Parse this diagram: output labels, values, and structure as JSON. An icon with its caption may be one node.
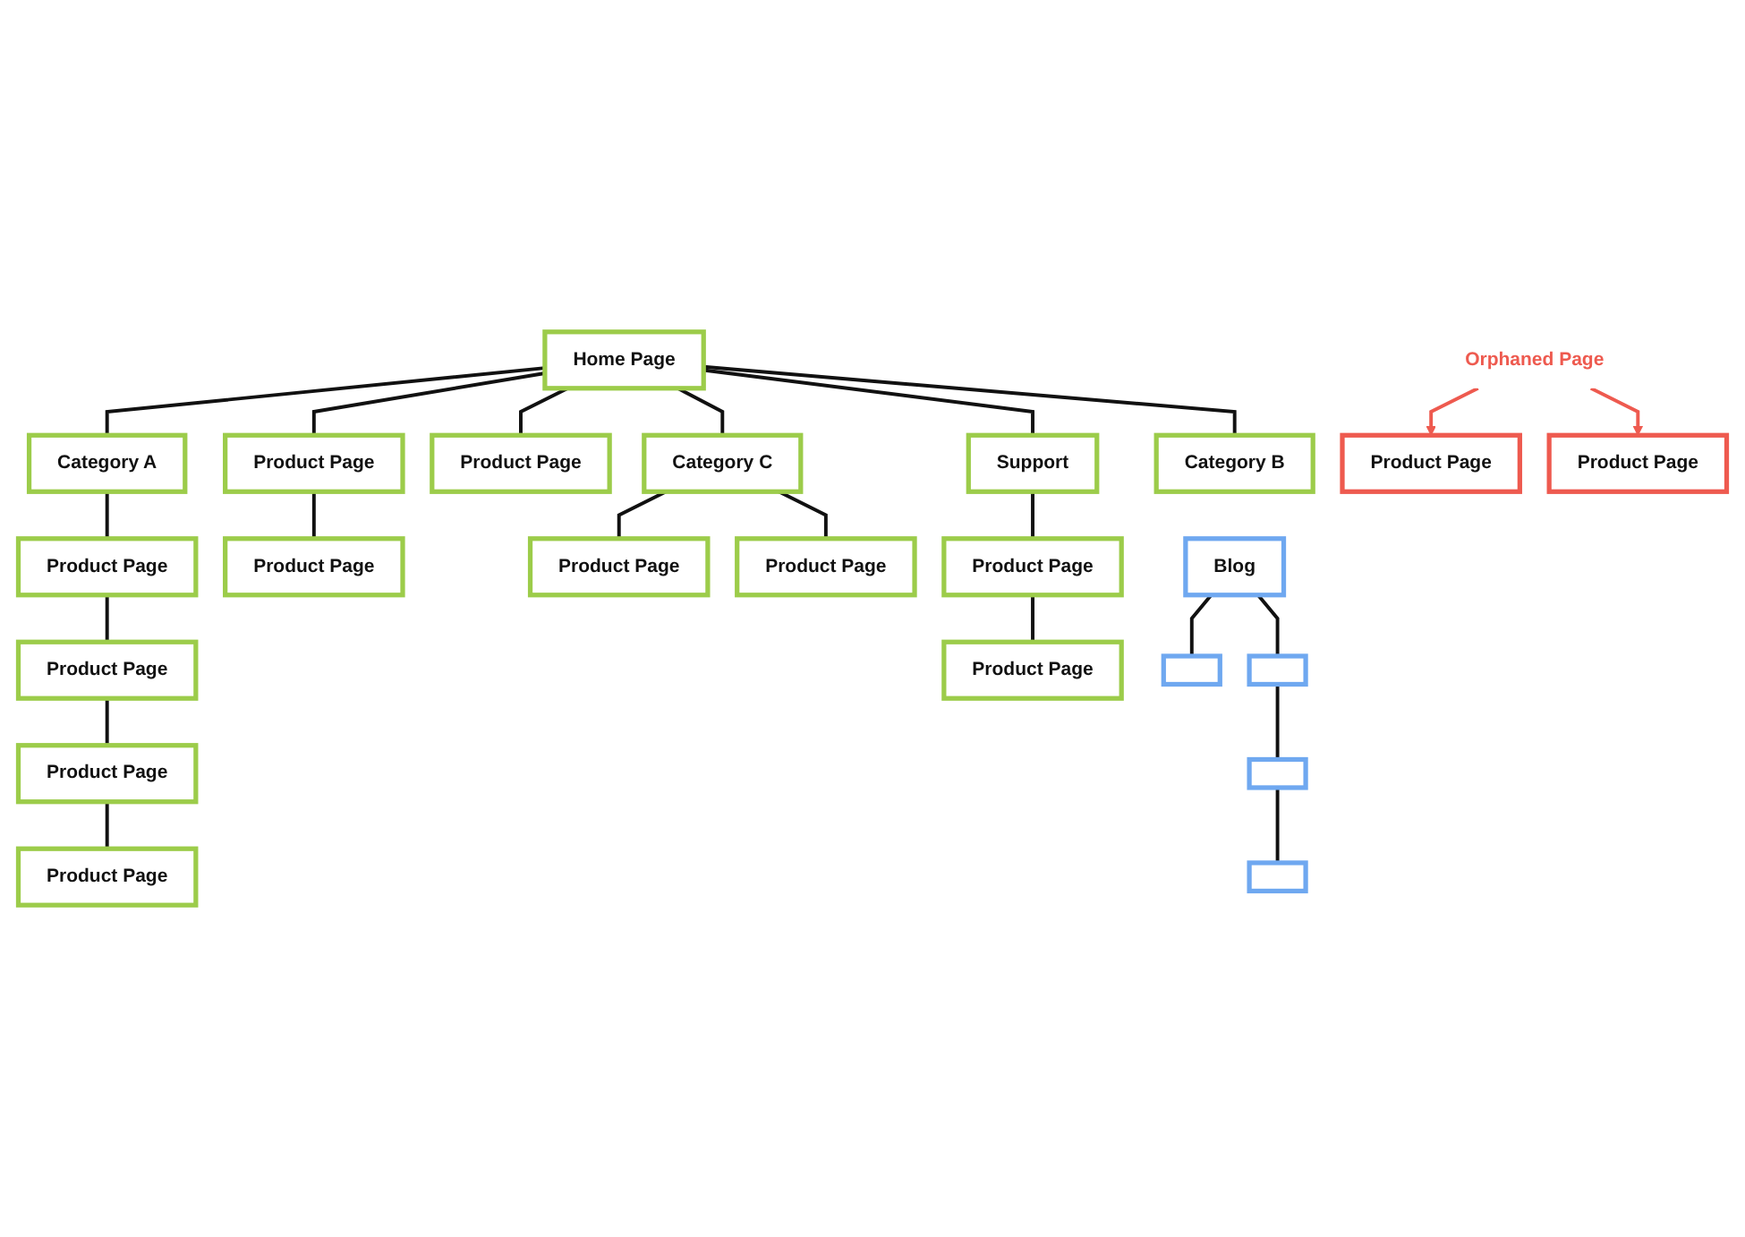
{
  "diagram": {
    "nodes": [
      {
        "text": [
          "Home Page"
        ]
      },
      {
        "text": [
          "Category A"
        ]
      },
      {
        "text": [
          "Category B"
        ]
      },
      {
        "text": [
          "Product Page"
        ]
      },
      {
        "text": [
          "Category C"
        ]
      },
      {
        "text": [
          "Support"
        ]
      },
      {
        "text": [
          "Blog"
        ]
      },
      {
        "text": [],
        "shape": "box"
      },
      {
        "text": [],
        "shape": "box"
      },
      {
        "text": [
          "Product Page"
        ]
      },
      {
        "text": [
          "Product Page"
        ]
      },
      {
        "text": [],
        "shape": "box"
      },
      {
        "text": [
          "Product Page"
        ]
      },
      {
        "text": [
          "Product Page"
        ]
      },
      {
        "text": [
          "Product Page"
        ]
      },
      {
        "text": [],
        "shape": "box"
      },
      {
        "text": [
          "Product Page"
        ]
      },
      {
        "text": [
          "Orphaned Page"
        ]
      },
      {
        "text": [
          "Product Page"
        ]
      },
      {
        "text": [
          "Product Page"
        ]
      },
      {
        "text": [
          "Product Page"
        ]
      },
      {
        "text": [
          "Product Page"
        ]
      },
      {
        "text": [
          "Product Page"
        ]
      },
      {
        "text": [
          "Product Page"
        ]
      }
    ],
    "edges": [
      {
        "from": 0,
        "to": 1,
        "arrow": "none"
      },
      {
        "from": 0,
        "to": 10,
        "arrow": "none"
      },
      {
        "from": 0,
        "to": 19,
        "arrow": "none"
      },
      {
        "from": 0,
        "to": 4,
        "arrow": "none"
      },
      {
        "from": 0,
        "to": 5,
        "arrow": "none"
      },
      {
        "from": 0,
        "to": 2,
        "arrow": "none"
      },
      {
        "from": 1,
        "to": 3,
        "arrow": "none"
      },
      {
        "from": 3,
        "to": 9,
        "arrow": "none"
      },
      {
        "from": 9,
        "to": 12,
        "arrow": "none"
      },
      {
        "from": 12,
        "to": 18,
        "arrow": "none"
      },
      {
        "from": 10,
        "to": 20,
        "arrow": "none"
      },
      {
        "from": 4,
        "to": 21,
        "arrow": "none"
      },
      {
        "from": 4,
        "to": 13,
        "arrow": "none"
      },
      {
        "from": 5,
        "to": 14,
        "arrow": "none"
      },
      {
        "from": 14,
        "to": 23,
        "arrow": "none"
      },
      {
        "from": 6,
        "to": 7,
        "arrow": "none"
      },
      {
        "from": 6,
        "to": 8,
        "arrow": "none"
      },
      {
        "from": 8,
        "to": 11,
        "arrow": "none"
      },
      {
        "from": 11,
        "to": 15,
        "arrow": "none"
      },
      {
        "from": 17,
        "to": 16,
        "arrow": "to",
        "color": "#ee5a4f"
      },
      {
        "from": 17,
        "to": 22,
        "arrow": "to",
        "color": "#ee5a4f"
      }
    ]
  }
}
